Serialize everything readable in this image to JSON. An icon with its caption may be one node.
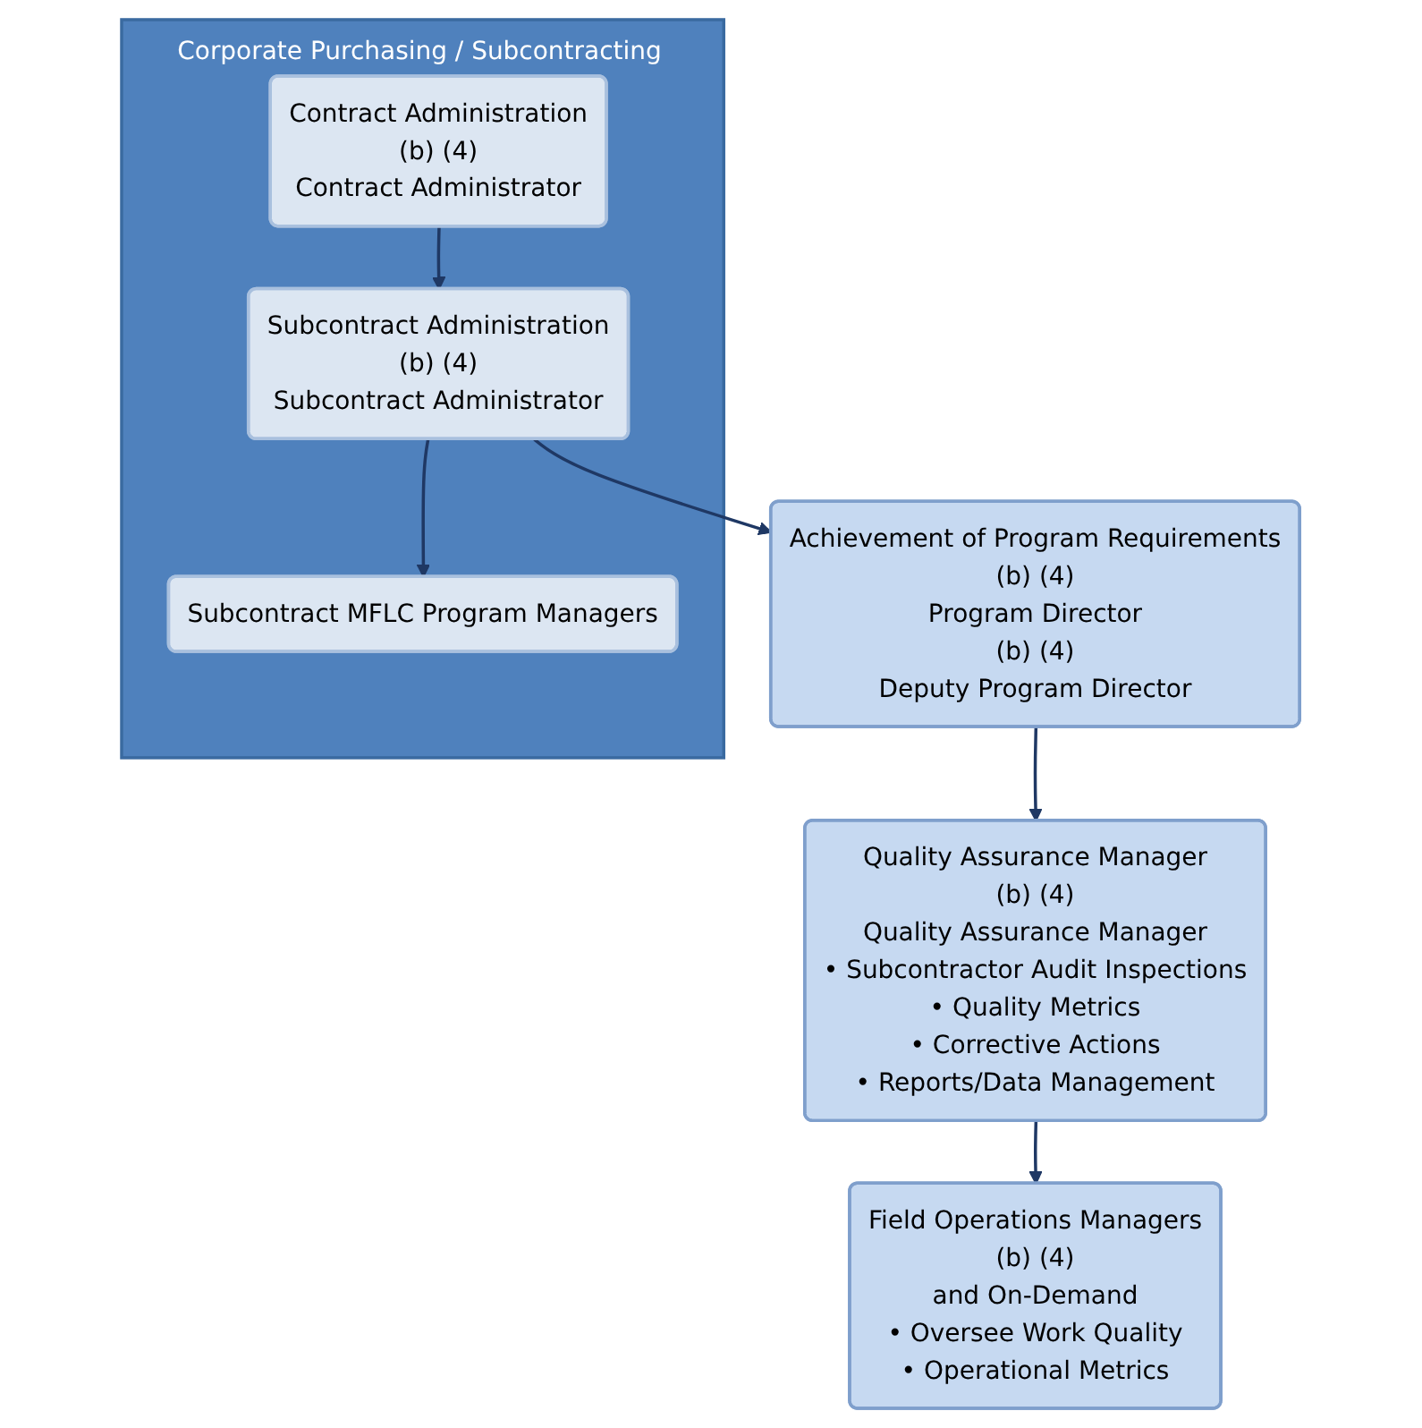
{
  "diagram": {
    "nodes": [
      {
        "text": [
          "Corporate Purchasing / Subcontracting"
        ]
      },
      {
        "text": [
          "Contract Administration",
          "(b) (4)",
          "Contract Administrator"
        ],
        "in": 0
      },
      {
        "text": [
          "Subcontract Administration",
          "(b) (4)",
          "Subcontract Administrator"
        ],
        "in": 0
      },
      {
        "text": [
          "Subcontract MFLC Program Managers"
        ],
        "in": 0
      },
      {
        "text": [
          "Achievement of Program Requirements",
          "(b) (4)",
          "Program Director",
          "(b) (4)",
          "Deputy Program Director"
        ]
      },
      {
        "text": [
          "Quality Assurance Manager",
          "(b) (4)",
          "Quality Assurance Manager",
          "• Subcontractor Audit Inspections",
          "• Quality Metrics",
          "• Corrective Actions",
          "• Reports/Data Management"
        ]
      },
      {
        "text": [
          "Field Operations Managers",
          "(b) (4)",
          "and On-Demand",
          "• Oversee Work Quality",
          "• Operational Metrics"
        ]
      }
    ],
    "edges": [
      {
        "from": 1,
        "to": 2,
        "arrow": "to"
      },
      {
        "from": 2,
        "to": 3,
        "arrow": "to"
      },
      {
        "from": 2,
        "to": 4,
        "arrow": "to"
      },
      {
        "from": 4,
        "to": 5,
        "arrow": "to"
      },
      {
        "from": 5,
        "to": 6,
        "arrow": "to"
      }
    ]
  }
}
